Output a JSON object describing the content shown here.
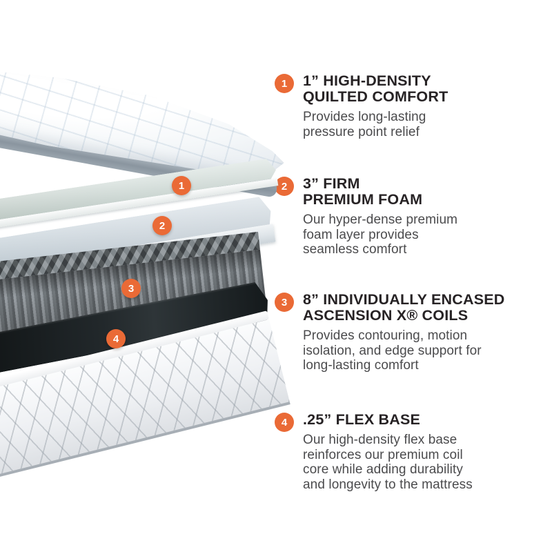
{
  "colors": {
    "accent": "#EA6A36",
    "marker_text": "#FFFFFF",
    "title_text": "#272325",
    "body_text": "#4B4B4D",
    "foam1_top": "#C4CFCA",
    "foam2_top": "#C8D3DA",
    "coil_gray": "#5F6468",
    "flex_base_dark": "#2E3538",
    "fabric_white": "#FBFCFD"
  },
  "steps": [
    {
      "num": "1",
      "title_lines": [
        "1” HIGH-DENSITY",
        "QUILTED COMFORT"
      ],
      "body_lines": [
        "Provides long-lasting",
        "pressure point relief"
      ]
    },
    {
      "num": "2",
      "title_lines": [
        "3” FIRM",
        "PREMIUM FOAM"
      ],
      "body_lines": [
        "Our hyper-dense premium",
        "foam layer provides",
        "seamless comfort"
      ]
    },
    {
      "num": "3",
      "title_lines": [
        "8” INDIVIDUALLY ENCASED",
        "ASCENSION X® COILS"
      ],
      "body_lines": [
        "Provides contouring, motion",
        "isolation, and edge support for",
        "long-lasting comfort"
      ]
    },
    {
      "num": "4",
      "title_lines": [
        ".25” FLEX BASE"
      ],
      "body_lines": [
        "Our high-density flex base",
        "reinforces our premium coil",
        "core while adding durability",
        "and longevity to the mattress"
      ]
    }
  ]
}
